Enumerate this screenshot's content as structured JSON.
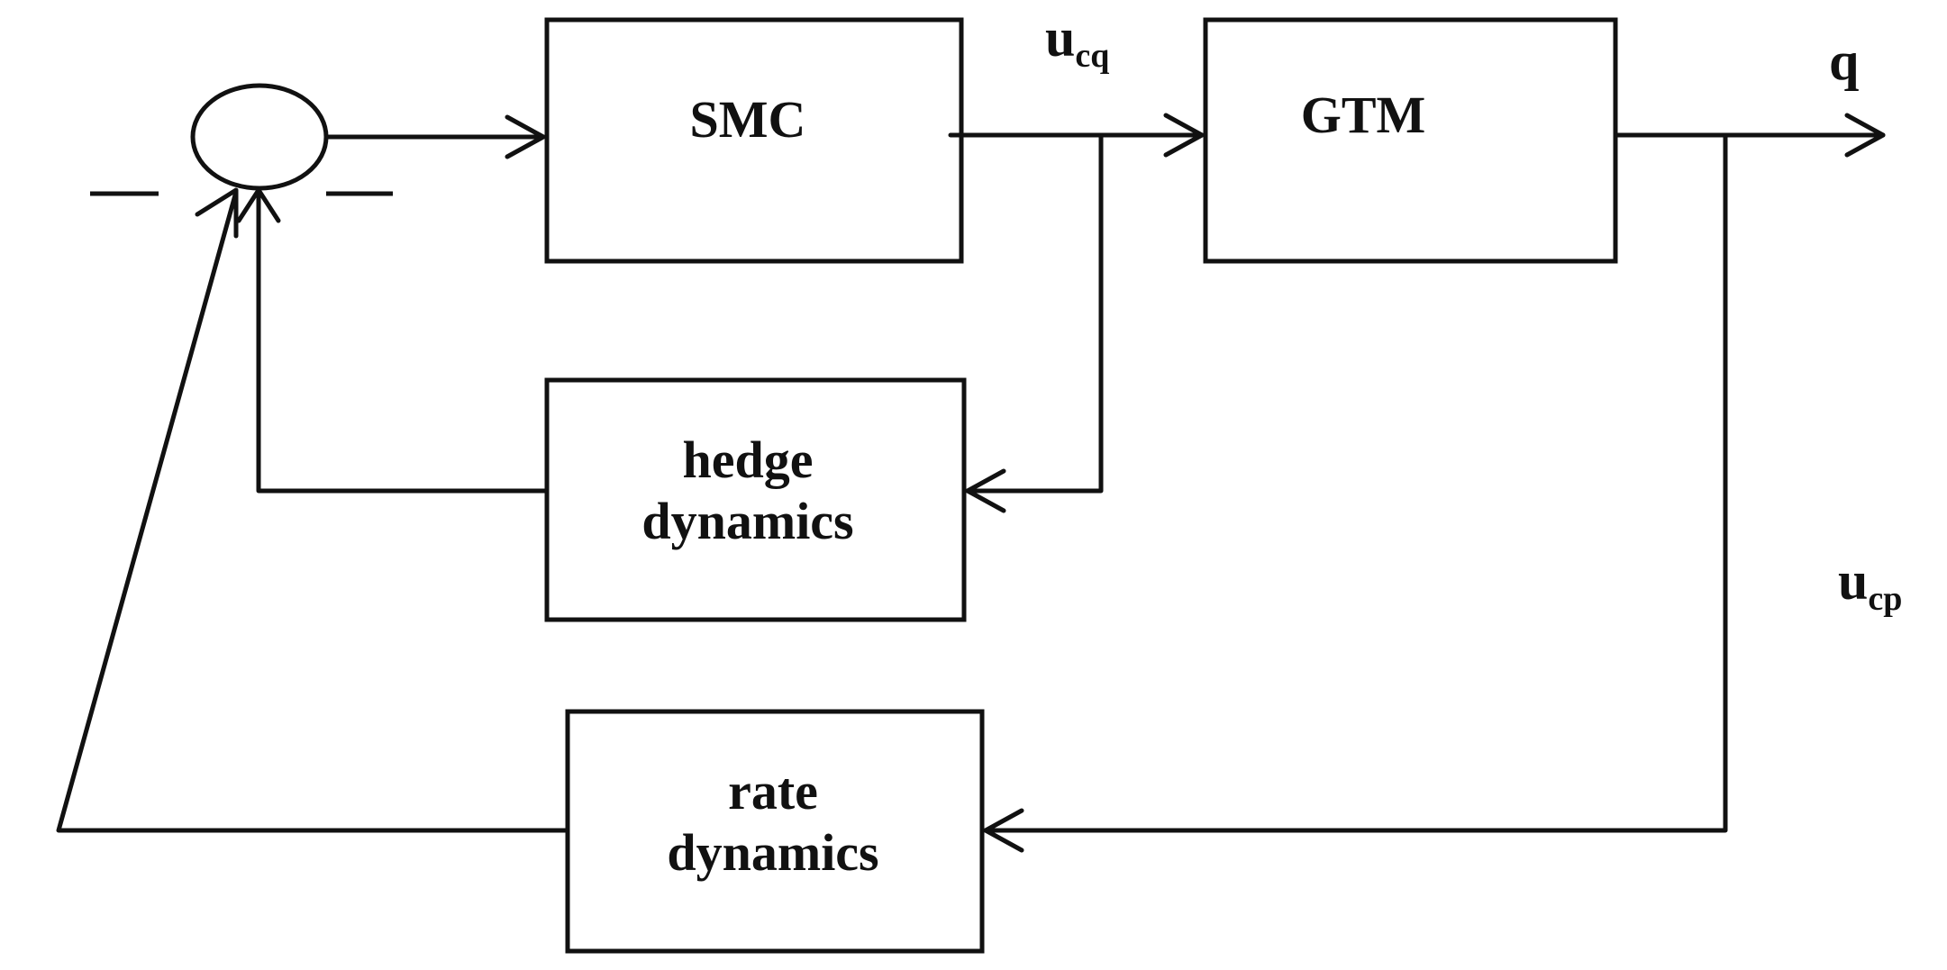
{
  "blocks": {
    "smc": "SMC",
    "gtm": "GTM",
    "hedge": {
      "line1": "hedge",
      "line2": "dynamics"
    },
    "rate": {
      "line1": "rate",
      "line2": "dynamics"
    }
  },
  "signals": {
    "u_cq": {
      "base": "u",
      "sub": "cq"
    },
    "q": "q",
    "u_cp": {
      "base": "u",
      "sub": "cp"
    }
  },
  "summing_junction": {
    "left_sign": "—",
    "right_sign": "—"
  }
}
